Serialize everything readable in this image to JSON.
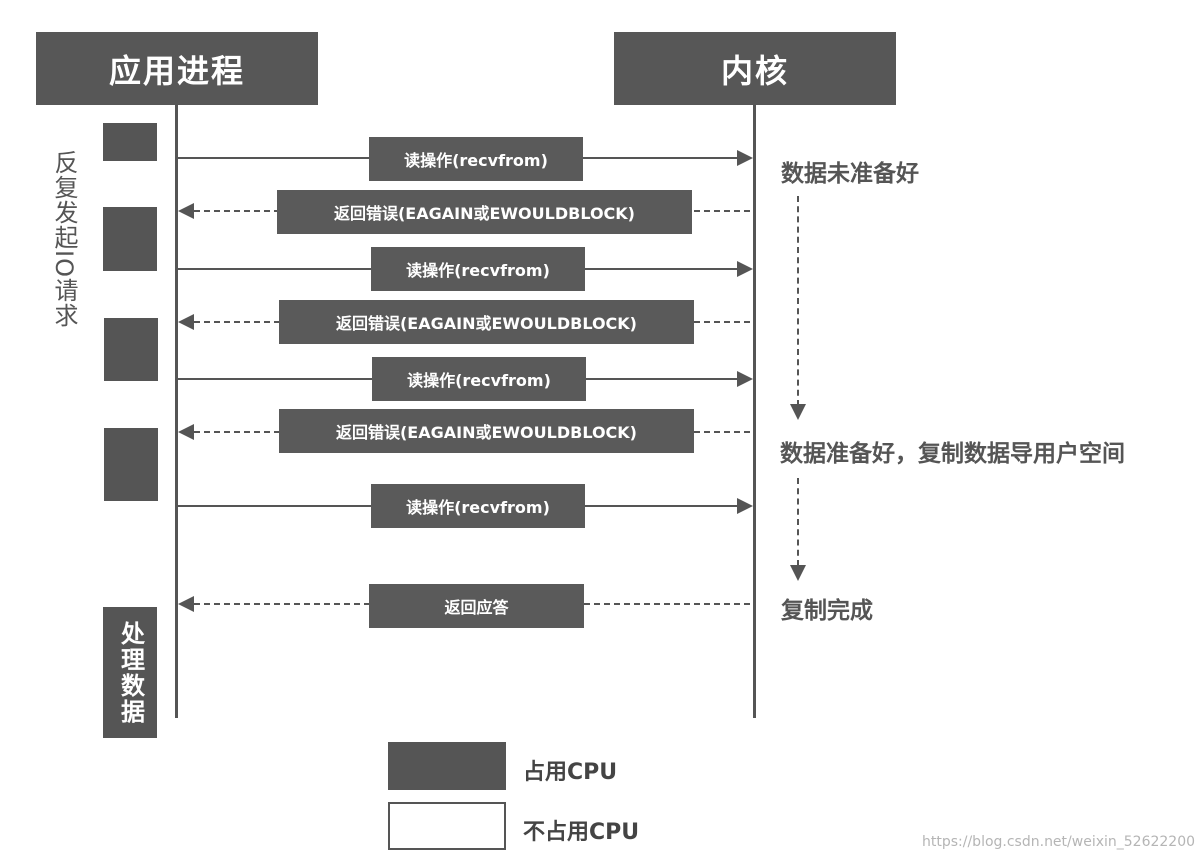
{
  "columns": {
    "process": "应用进程",
    "kernel": "内核"
  },
  "side_text": "反复发起IO请求",
  "process_block_text": "处理数据",
  "messages": [
    "读操作(recvfrom)",
    "返回错误(EAGAIN或EWOULDBLOCK)",
    "读操作(recvfrom)",
    "返回错误(EAGAIN或EWOULDBLOCK)",
    "读操作(recvfrom)",
    "返回错误(EAGAIN或EWOULDBLOCK)",
    "读操作(recvfrom)",
    "返回应答"
  ],
  "kernel_states": [
    "数据未准备好",
    "数据准备好，复制数据导用户空间",
    "复制完成"
  ],
  "legend": {
    "cpu_used": "占用CPU",
    "cpu_not_used": "不占用CPU"
  },
  "watermark": "https://blog.csdn.net/weixin_52622200",
  "colors": {
    "block": "#555555",
    "line": "#555555"
  }
}
